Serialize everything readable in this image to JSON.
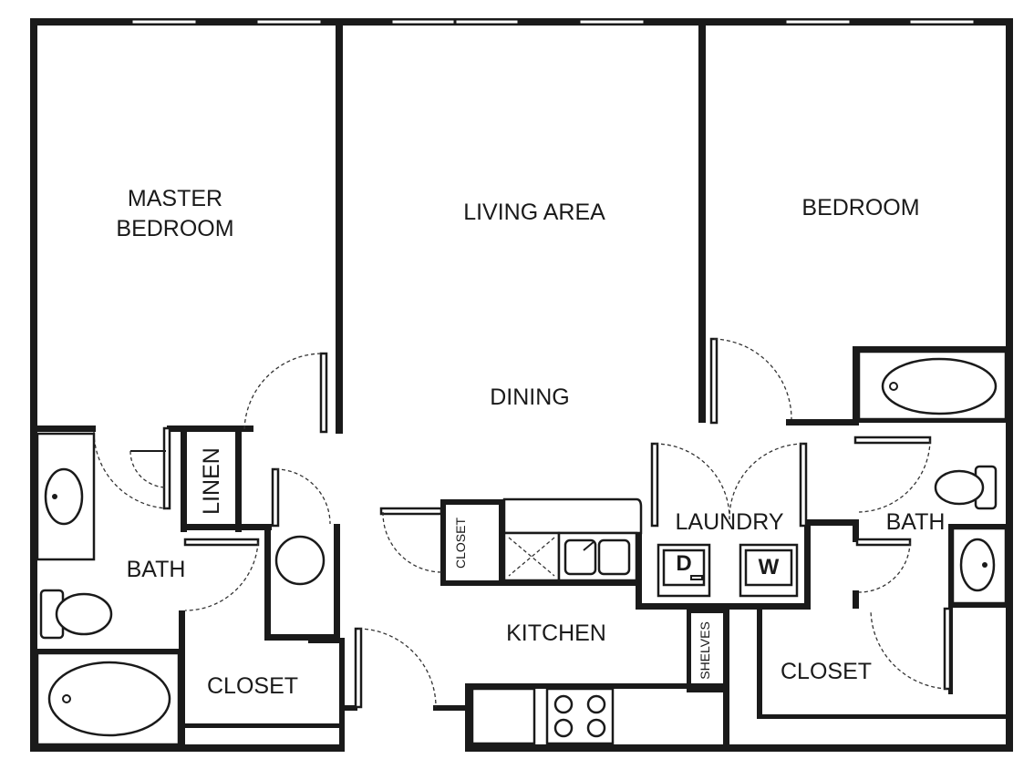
{
  "rooms": {
    "master_bedroom_line1": "MASTER",
    "master_bedroom_line2": "BEDROOM",
    "living_area": "LIVING AREA",
    "bedroom": "BEDROOM",
    "dining": "DINING",
    "laundry": "LAUNDRY",
    "bath_left": "BATH",
    "bath_right": "BATH",
    "kitchen": "KITCHEN",
    "closet_left": "CLOSET",
    "closet_right": "CLOSET",
    "closet_small": "CLOSET",
    "linen": "LINEN",
    "shelves": "SHELVES"
  },
  "appliances": {
    "dryer": "D",
    "washer": "W"
  }
}
